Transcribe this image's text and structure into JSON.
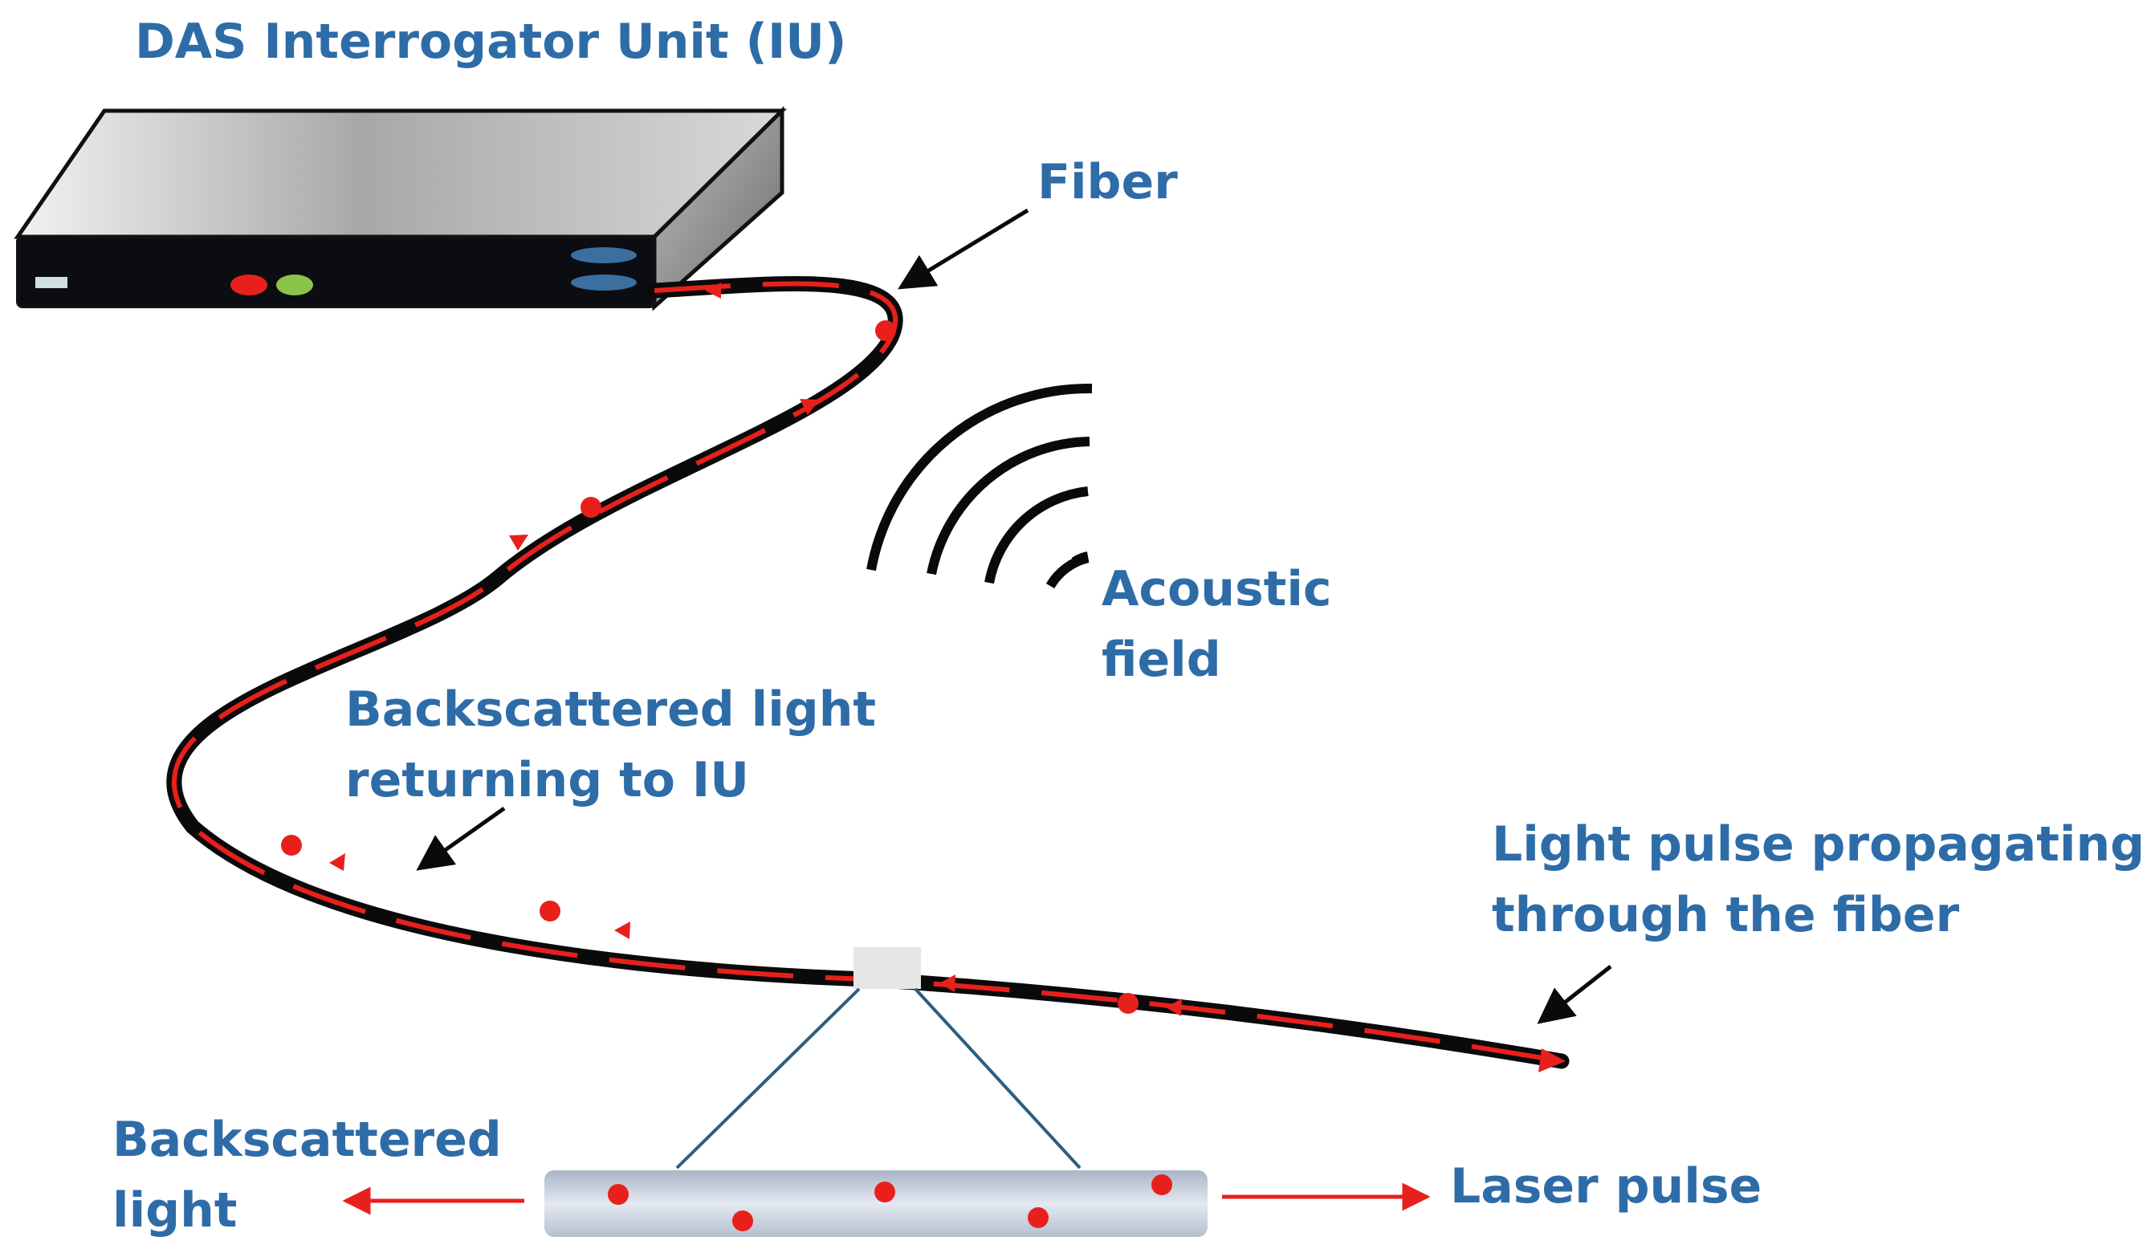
{
  "labels": {
    "title": "DAS Interrogator Unit (IU)",
    "fiber": "Fiber",
    "acoustic_line1": "Acoustic",
    "acoustic_line2": "field",
    "backscatter_return_line1": "Backscattered light",
    "backscatter_return_line2": "returning to IU",
    "light_pulse_line1": "Light pulse propagating",
    "light_pulse_line2": "through the fiber",
    "backscattered_light_line1": "Backscattered",
    "backscattered_light_line2": "light",
    "laser_pulse": "Laser pulse"
  },
  "colors": {
    "label_text": "#2E6CA8",
    "fiber": "#0a0a0a",
    "light_signal": "#E8201C",
    "device_body": "#0b0d12",
    "device_top_light": "#d4d4d4",
    "device_top_dark": "#8a8a8a",
    "led_red": "#E8201C",
    "led_green": "#8BC34A",
    "port_blue": "#3A6FA0",
    "zoom_lines": "#2B5F7F",
    "zoom_box": "#e6e6e6",
    "fiber_core_light": "#f2f4f8",
    "fiber_core_dark": "#a9b4c5"
  },
  "icons": {
    "interrogator": "interrogator-box-icon",
    "acoustic": "sound-wave-icon",
    "fiber": "fiber-cable",
    "fiber_segment": "fiber-segment-zoom"
  }
}
